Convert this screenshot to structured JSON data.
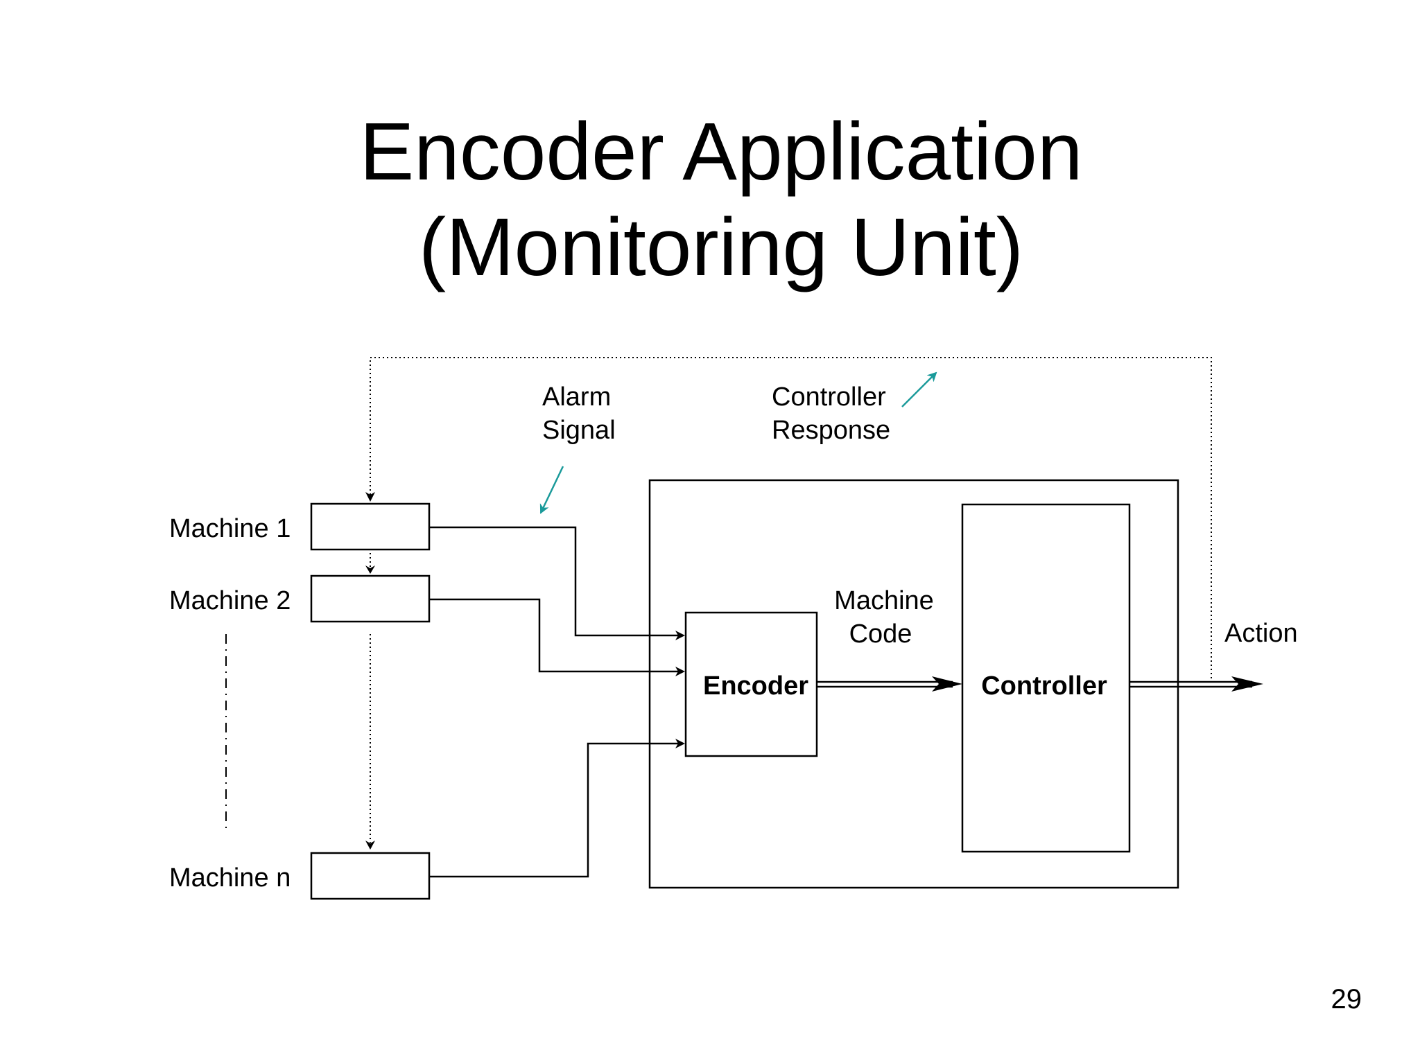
{
  "slide": {
    "title_line1": "Encoder Application",
    "title_line2": "(Monitoring Unit)",
    "page_number": "29"
  },
  "diagram": {
    "machines": [
      "Machine 1",
      "Machine 2",
      "Machine n"
    ],
    "alarm_label": [
      "Alarm",
      "Signal"
    ],
    "controller_response_label": [
      "Controller",
      "Response"
    ],
    "machine_code_label": [
      "Machine",
      "Code"
    ],
    "encoder_label": "Encoder",
    "controller_label": "Controller",
    "action_label": "Action",
    "annotation_arrow_color": "#1a9a9a"
  }
}
